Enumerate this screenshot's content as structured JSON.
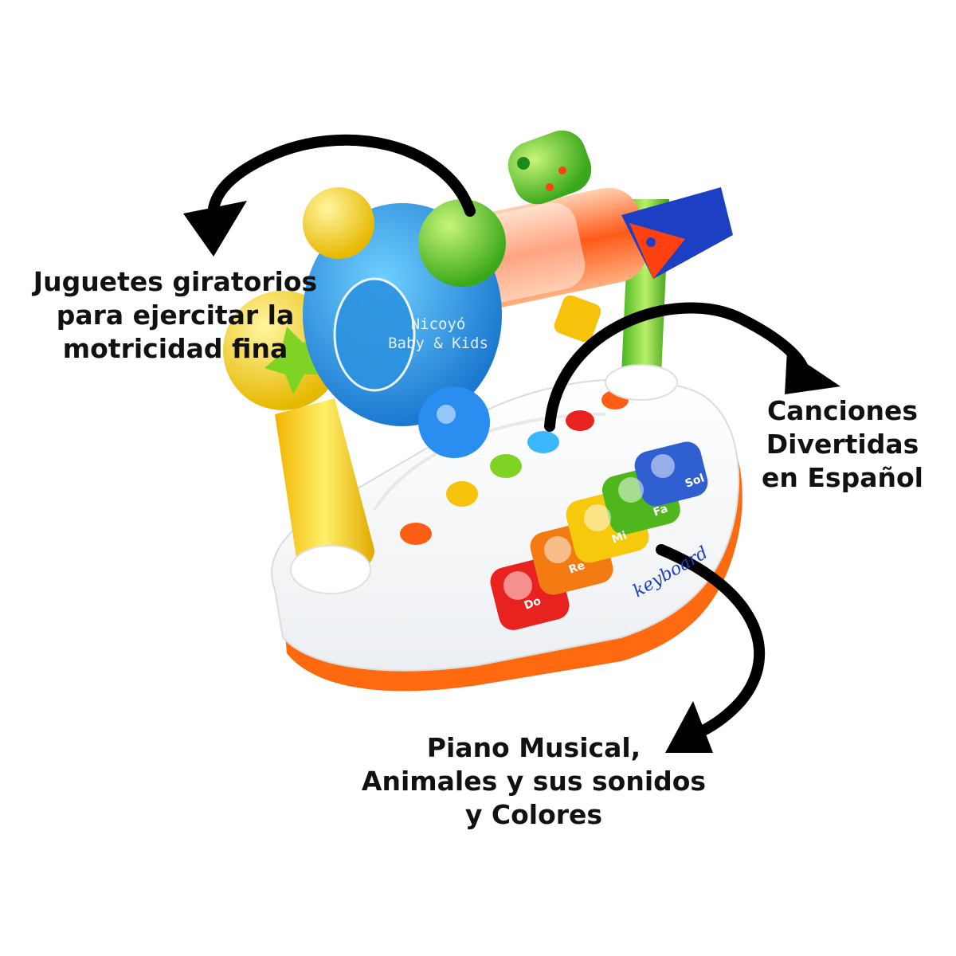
{
  "captions": {
    "left": [
      "Juguetes giratorios",
      "para ejercitar la",
      "motricidad fina"
    ],
    "right": [
      "Canciones",
      "Divertidas",
      "en Español"
    ],
    "bottom": [
      "Piano Musical,",
      "Animales y sus sonidos",
      "y Colores"
    ]
  },
  "watermark": [
    "Nicoyó",
    "Baby & Kids"
  ],
  "toy": {
    "keys": [
      "Do",
      "Re",
      "Mi",
      "Fa",
      "Sol"
    ],
    "brand_text": "keyboard",
    "key_colors": [
      "#e8231f",
      "#f37b12",
      "#f7c90c",
      "#4fb61d",
      "#2f5fd0"
    ]
  },
  "colors": {
    "arrow": "#000000",
    "text": "#111111",
    "base": "#ffffff",
    "base_rim": "#f26a12",
    "handle": "#f5d30a",
    "wheel": "#2aa6e8",
    "knob": "#7fd325"
  }
}
